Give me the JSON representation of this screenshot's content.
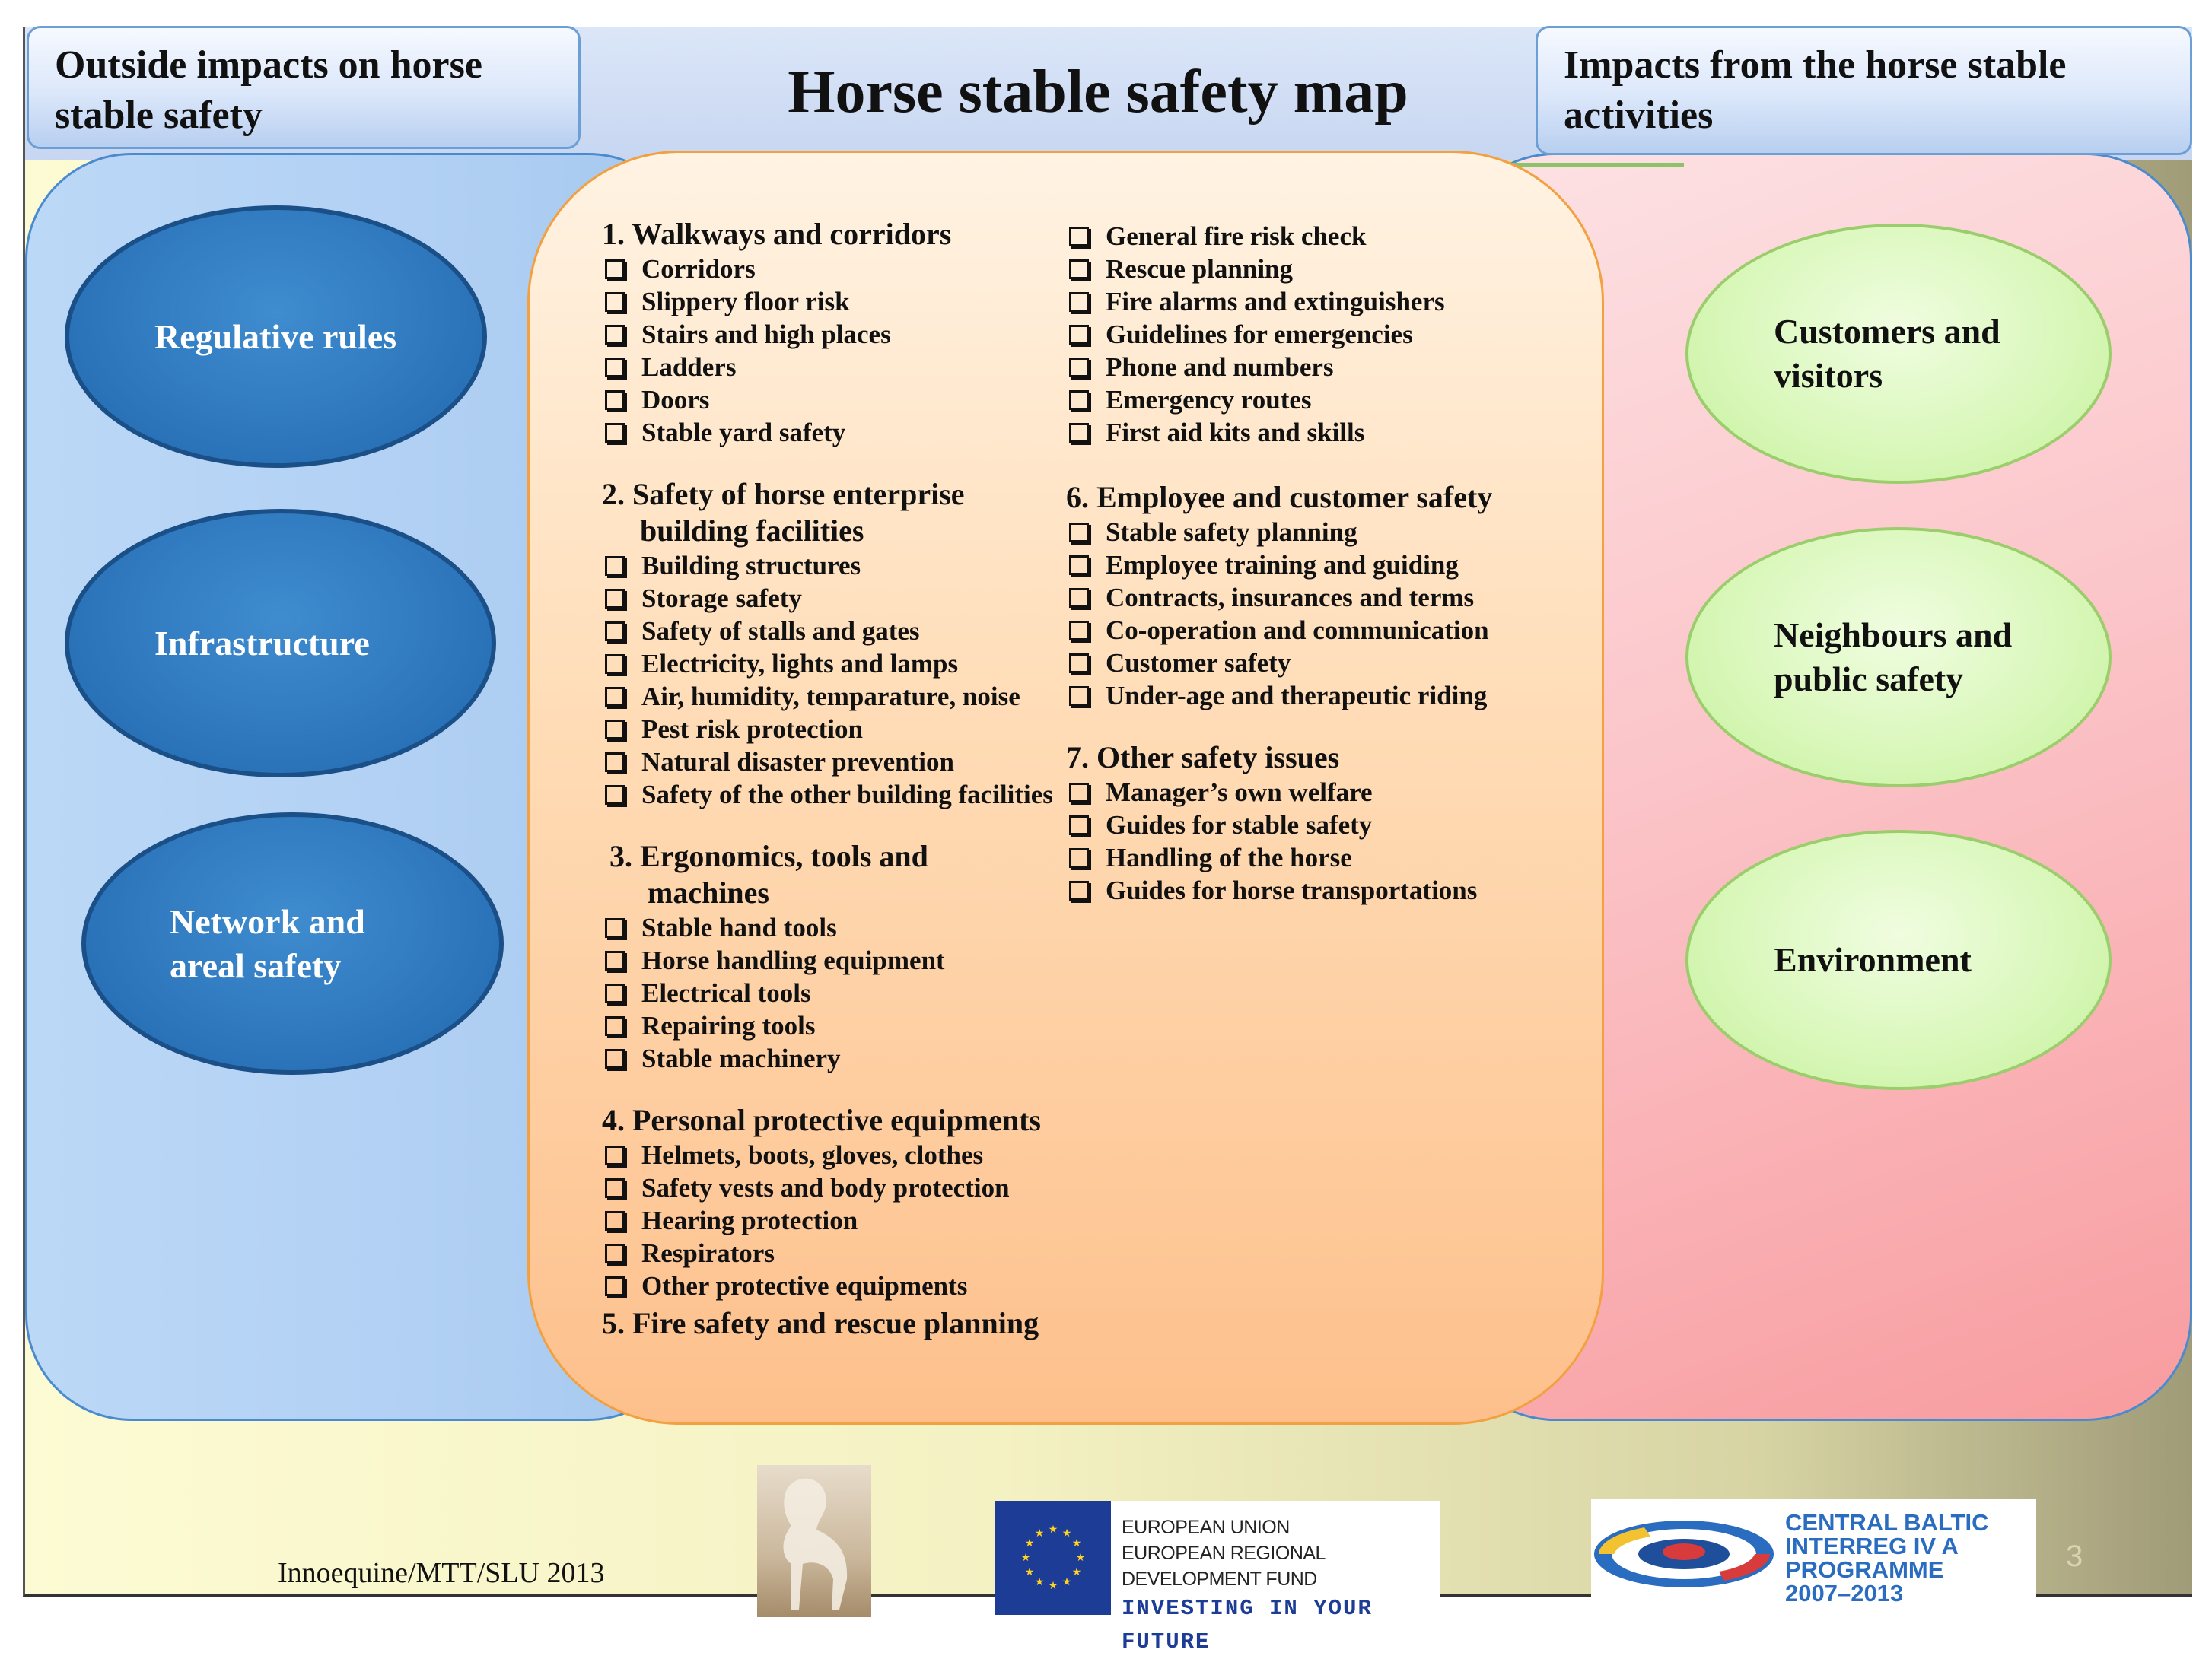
{
  "title": "Horse stable safety map",
  "left_header": {
    "line1": "Outside impacts on horse",
    "line2": "stable safety"
  },
  "right_header": {
    "line1": "Impacts from the horse stable",
    "line2": "activities"
  },
  "left_ovals": [
    {
      "line1": "Regulative rules",
      "line2": ""
    },
    {
      "line1": "Infrastructure",
      "line2": ""
    },
    {
      "line1": "Network and",
      "line2": "areal safety"
    }
  ],
  "right_ovals": [
    {
      "line1": "Customers and",
      "line2": "visitors"
    },
    {
      "line1": "Neighbours and",
      "line2": "public safety"
    },
    {
      "line1": "Environment",
      "line2": ""
    }
  ],
  "sections": {
    "s1": {
      "title": "1. Walkways and corridors",
      "title2": "",
      "items": [
        "Corridors",
        "Slippery floor risk",
        "Stairs and high places",
        "Ladders",
        "Doors",
        "Stable yard safety"
      ]
    },
    "s2": {
      "title": "2. Safety of horse enterprise",
      "title2": "building facilities",
      "items": [
        "Building structures",
        "Storage safety",
        "Safety of stalls and gates",
        "Electricity, lights and lamps",
        "Air, humidity, temparature,  noise",
        "Pest risk protection",
        "Natural disaster prevention",
        "Safety of the other building facilities"
      ]
    },
    "s3": {
      "title": "3. Ergonomics, tools and",
      "title2": "machines",
      "items": [
        "Stable hand tools",
        "Horse handling equipment",
        "Electrical tools",
        "Repairing tools",
        "Stable machinery"
      ]
    },
    "s4": {
      "title": "4. Personal protective equipments",
      "title2": "",
      "items": [
        "Helmets, boots, gloves, clothes",
        "Safety vests and body protection",
        "Hearing protection",
        "Respirators",
        "Other protective equipments"
      ]
    },
    "s5": {
      "title": "5. Fire safety and rescue planning",
      "title2": "",
      "items": [
        "General fire risk check",
        "Rescue planning",
        "Fire alarms and extinguishers",
        "Guidelines for emergencies",
        "Phone and numbers",
        "Emergency routes",
        "First aid kits and skills"
      ]
    },
    "s6": {
      "title": "6. Employee and customer safety",
      "title2": "",
      "items": [
        "Stable safety planning",
        "Employee training and guiding",
        "Contracts, insurances and terms",
        "Co-operation and communication",
        "Customer safety",
        "Under-age and therapeutic riding"
      ]
    },
    "s7": {
      "title": "7. Other safety issues",
      "title2": "",
      "items": [
        "Manager’s own welfare",
        "Guides for stable safety",
        "Handling of the horse",
        "Guides for horse transportations"
      ]
    }
  },
  "footer": {
    "credit": "Innoequine/MTT/SLU 2013",
    "eu_line1": "EUROPEAN UNION",
    "eu_line2": "EUROPEAN REGIONAL DEVELOPMENT FUND",
    "eu_line3": "INVESTING IN YOUR FUTURE",
    "cb_line1": "CENTRAL BALTIC",
    "cb_line2": "INTERREG IV A",
    "cb_line3": "PROGRAMME",
    "cb_line4": "2007–2013",
    "page_number": "3"
  },
  "colors": {
    "blue_oval": "#2b73b9",
    "green_oval": "#d8f7b8",
    "center_panel": "#ffdcb6",
    "right_panel": "#fbc5c9",
    "left_panel": "#b1d0f3"
  }
}
